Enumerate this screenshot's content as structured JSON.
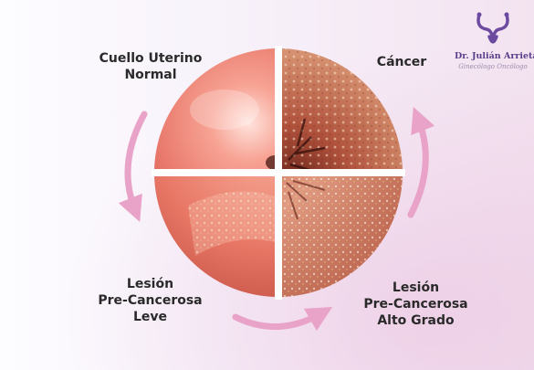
{
  "stages": {
    "normal": "Cuello Uterino\nNormal",
    "cancer": "Cáncer",
    "leve": "Lesión\nPre-Cancerosa\nLeve",
    "alto_grado": "Lesión\nPre-Cancerosa\nAlto Grado"
  },
  "logo": {
    "name": "Dr. Julián Arrieta",
    "subtitle": "Ginecólogo Oncólogo"
  },
  "colors": {
    "arrow": "#e9a2c8",
    "logo": "#6b4aa0"
  }
}
